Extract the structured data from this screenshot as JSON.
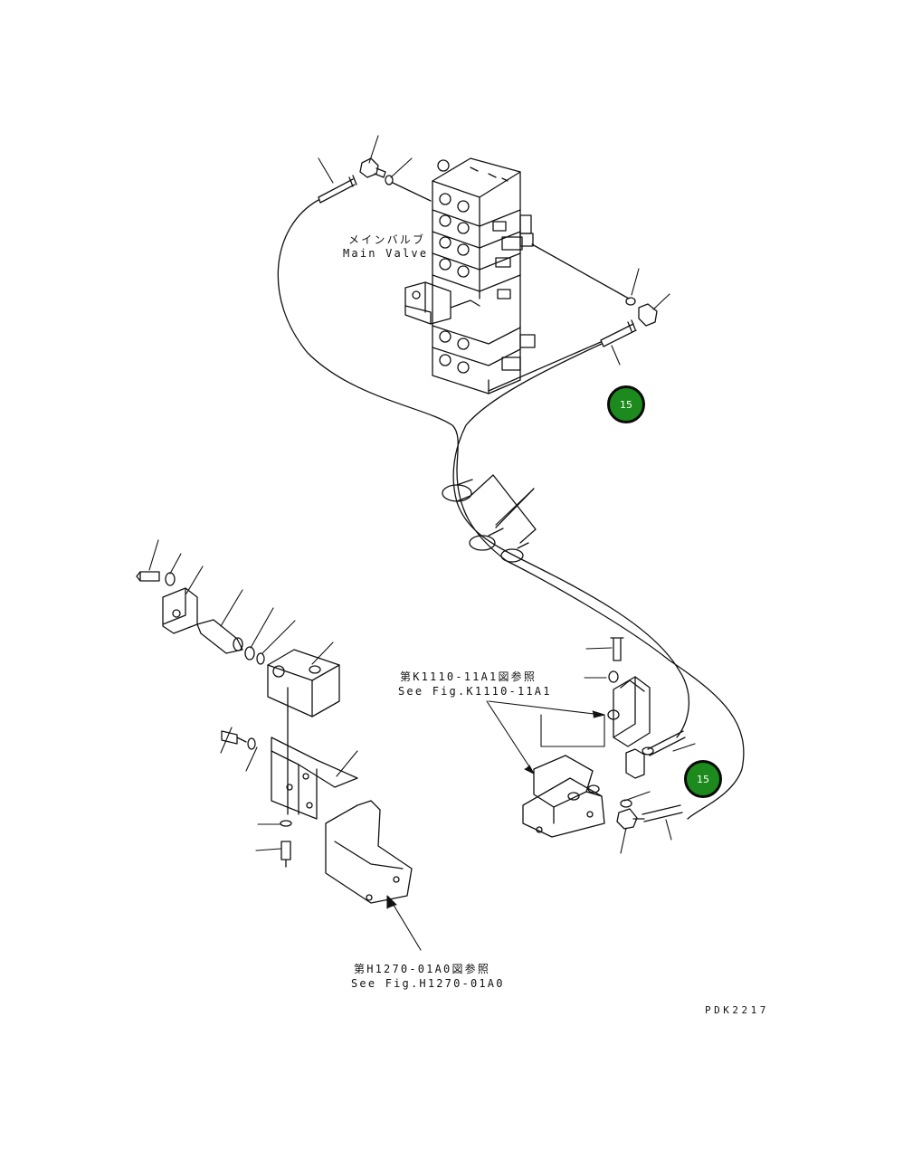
{
  "labels": {
    "main_valve_jp": "メインバルブ",
    "main_valve_en": "Main Valve",
    "ref1_jp": "第K1110-11A1図参照",
    "ref1_en": "See Fig.K1110-11A1",
    "ref2_jp": "第H1270-01A0図参照",
    "ref2_en": "See Fig.H1270-01A0",
    "drawing_code": "PDK2217"
  },
  "callouts": [
    {
      "number": "15",
      "color": "#1c8a1c"
    },
    {
      "number": "15",
      "color": "#1c8a1c"
    }
  ]
}
